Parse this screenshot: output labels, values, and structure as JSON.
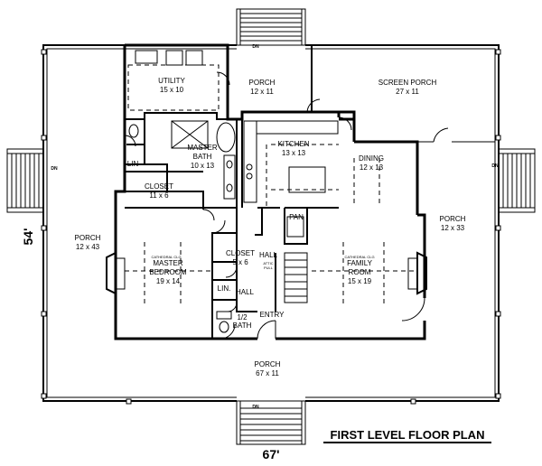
{
  "title": "FIRST LEVEL FLOOR PLAN",
  "dimensions": {
    "width": "67'",
    "depth": "54'"
  },
  "stair_label": "DN",
  "rooms": {
    "utility": {
      "name": "UTILITY",
      "size": "15 x 10"
    },
    "porch_top": {
      "name": "PORCH",
      "size": "12 x 11"
    },
    "screen_porch": {
      "name": "SCREEN PORCH",
      "size": "27 x 11"
    },
    "master_bath": {
      "name": "MASTER",
      "name2": "BATH",
      "size": "10 x 13"
    },
    "kitchen": {
      "name": "KITCHEN",
      "size": "13 x 13"
    },
    "dining": {
      "name": "DINING",
      "size": "12 x 13"
    },
    "lin_upper": {
      "name": "LIN"
    },
    "closet_large": {
      "name": "CLOSET",
      "size": "11 x 6"
    },
    "pan": {
      "name": "PAN"
    },
    "porch_left": {
      "name": "PORCH",
      "size": "12 x 43"
    },
    "porch_right": {
      "name": "PORCH",
      "size": "12 x 33"
    },
    "master_bedroom": {
      "note": "CATHEDRAL CLG",
      "name": "MASTER",
      "name2": "BEDROOM",
      "size": "19 x 14"
    },
    "closet_small": {
      "name": "CLOSET",
      "size": "5 x 6"
    },
    "hall_upper": {
      "name": "HALL"
    },
    "hall_lower": {
      "name": "HALL"
    },
    "lin_lower": {
      "name": "LIN."
    },
    "half_bath": {
      "name": "1/2",
      "name2": "BATH"
    },
    "entry": {
      "name": "ENTRY"
    },
    "family_room": {
      "note": "CATHEDRAL CLG",
      "name": "FAMILY",
      "name2": "ROOM",
      "size": "15 x 19"
    },
    "porch_bottom": {
      "name": "PORCH",
      "size": "67 x 11"
    },
    "attic_note": {
      "name": "ATTIC",
      "name2": "PULL"
    }
  }
}
